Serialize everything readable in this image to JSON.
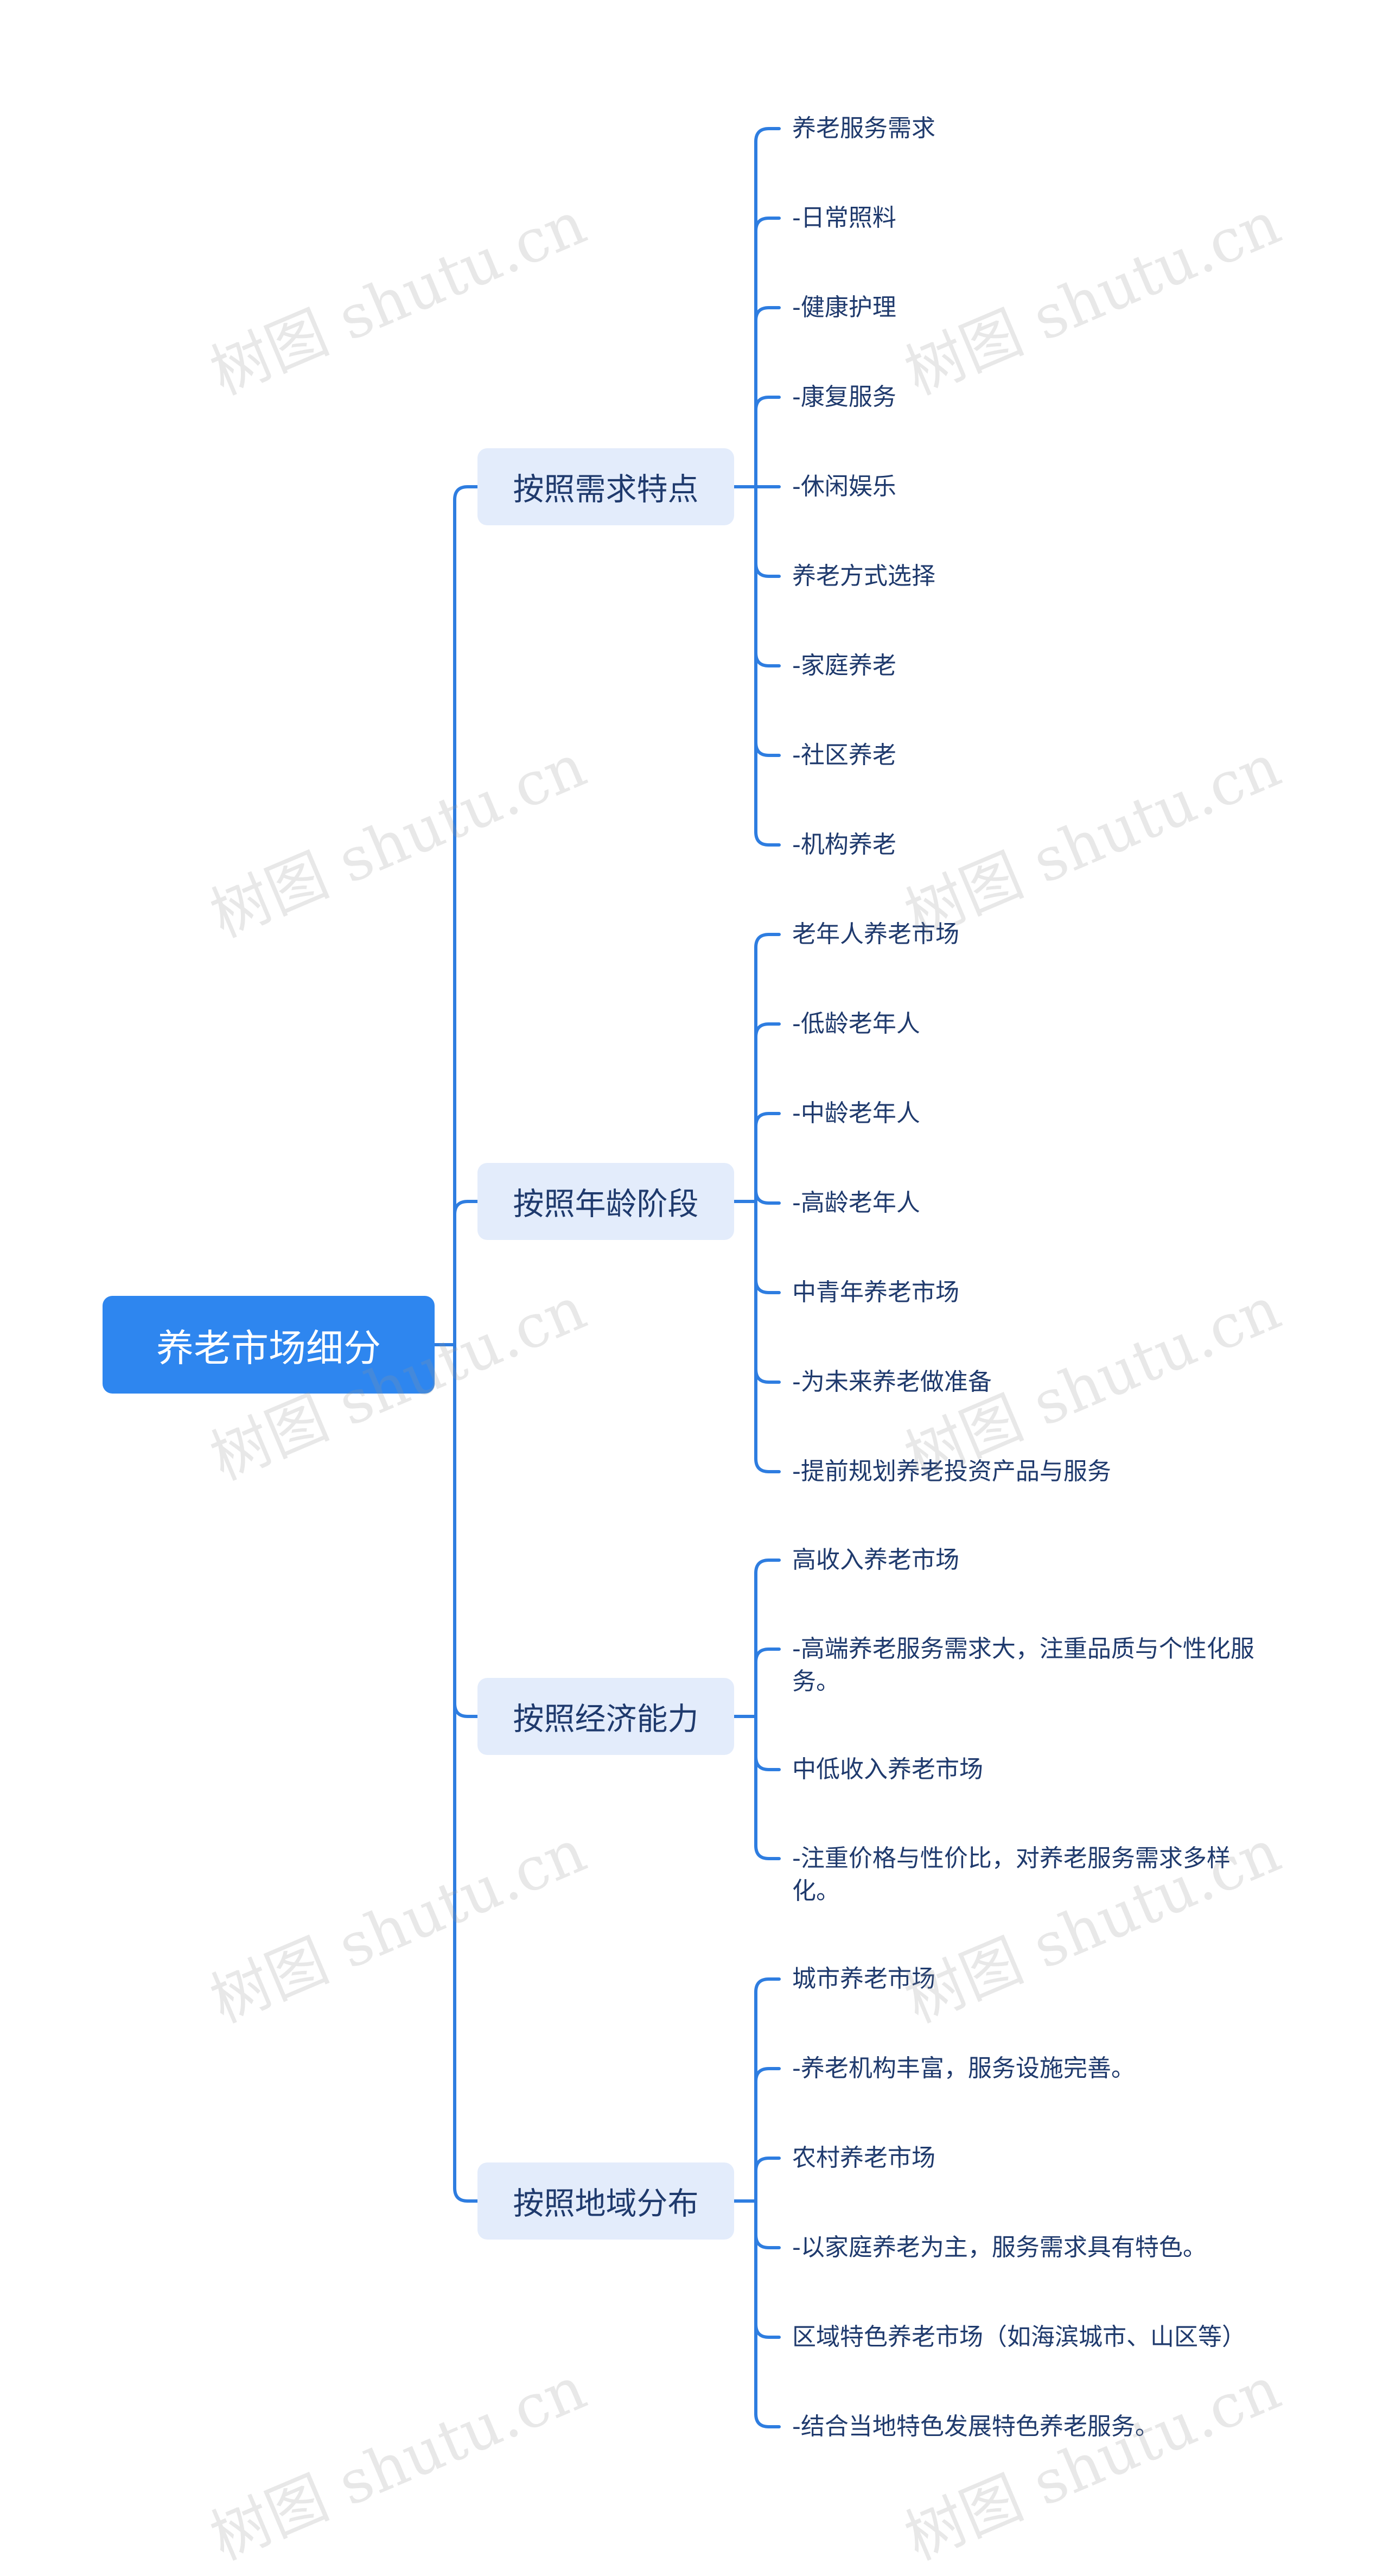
{
  "root": {
    "label": "养老市场细分"
  },
  "branches": [
    {
      "label": "按照需求特点",
      "items": [
        "养老服务需求",
        "-日常照料",
        "-健康护理",
        "-康复服务",
        "-休闲娱乐",
        "养老方式选择",
        "-家庭养老",
        "-社区养老",
        "-机构养老"
      ]
    },
    {
      "label": "按照年龄阶段",
      "items": [
        "老年人养老市场",
        "-低龄老年人",
        "-中龄老年人",
        "-高龄老年人",
        "中青年养老市场",
        "-为未来养老做准备",
        "-提前规划养老投资产品与服务"
      ]
    },
    {
      "label": "按照经济能力",
      "items": [
        "高收入养老市场",
        "-高端养老服务需求大，注重品质与个性化服务。",
        "中低收入养老市场",
        "-注重价格与性价比，对养老服务需求多样化。"
      ]
    },
    {
      "label": "按照地域分布",
      "items": [
        "城市养老市场",
        "-养老机构丰富，服务设施完善。",
        "农村养老市场",
        "-以家庭养老为主，服务需求具有特色。",
        "区域特色养老市场（如海滨城市、山区等）",
        "-结合当地特色发展特色养老服务。"
      ]
    }
  ],
  "watermark": {
    "text": "树图 shutu.cn"
  },
  "colors": {
    "line": "#2e7de0",
    "root_fill": "#2e86ef",
    "branch_fill": "#e3ecfb",
    "text": "#1f3a6d"
  }
}
